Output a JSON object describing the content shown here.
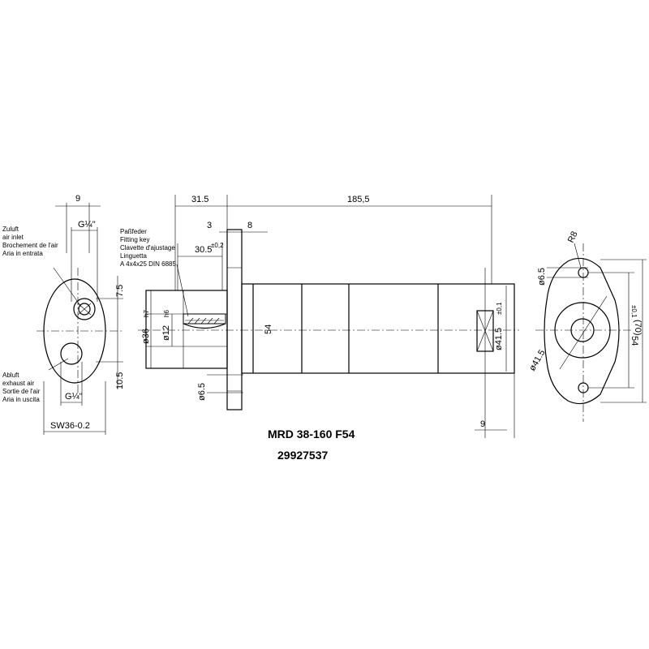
{
  "title": {
    "model": "MRD 38-160 F54",
    "part_number": "29927537"
  },
  "left_view": {
    "dim_top": "9",
    "thread_top": "G¼\"",
    "dim_upper": "7.5",
    "dim_lower": "10.5",
    "thread_bottom": "G¼\"",
    "wrench_size": "SW36-0.2",
    "inlet_label": [
      "Zuluft",
      "air inlet",
      "Brochement de l'air",
      "Aria in entrata"
    ],
    "exhaust_label": [
      "Abluft",
      "exhaust air",
      "Sortie de l'air",
      "Aria in uscita"
    ]
  },
  "side_view": {
    "dim_flange_length": "31.5",
    "dim_body_length": "185,5",
    "dim_three": "3",
    "dim_eight": "8",
    "dim_key_length": "30.5",
    "dim_key_tol": "±0,2",
    "key_label": [
      "Paßfeder",
      "Fitting key",
      "Clavette d'ajustage",
      "Linguetta",
      "A  4x4x25  DIN  6885"
    ],
    "dim_pilot": "ø36",
    "dim_pilot_tol": "h7",
    "dim_shaft": "ø12",
    "dim_shaft_tol": "h6",
    "dim_flange_height": "54",
    "dim_hole": "ø6.5",
    "dim_body_dia": "ø41.5",
    "dim_body_tol": "±0,1",
    "dim_end": "9"
  },
  "right_view": {
    "dim_radius": "R8",
    "dim_hole": "ø6.5",
    "dim_bore": "ø41.5",
    "dim_holes": "54",
    "dim_holes_tol": "±0,1",
    "dim_overall": "(70)"
  }
}
